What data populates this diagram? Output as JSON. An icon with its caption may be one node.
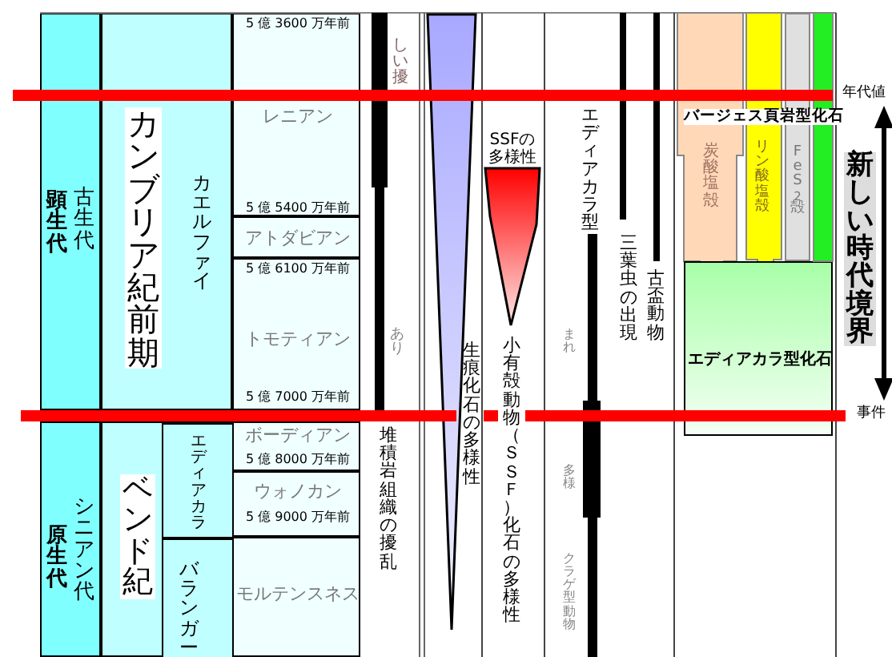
{
  "diagram": {
    "nodes": [
      {
        "text": [
          "顕生代",
          "古生代"
        ]
      },
      {
        "text": [
          "原生代",
          "シニアン代"
        ]
      },
      {
        "text": [
          "カンブリア紀前期",
          "カエルファイ"
        ]
      },
      {
        "text": [
          "ベンド紀"
        ]
      },
      {
        "text": [
          "エディアカラ"
        ],
        "in": 3
      },
      {
        "text": [
          "バランガー"
        ],
        "in": 3
      },
      {
        "text": [
          "5 億 3600 万年前",
          "レニアン",
          "5 億 5400 万年前"
        ]
      },
      {
        "text": [
          "アトダビアン"
        ]
      },
      {
        "text": [
          "5 億 6100 万年前",
          "トモティアン",
          "5 億 7000 万年前"
        ]
      },
      {
        "text": [
          "ボーディアン",
          "5 億 8000 万年前"
        ]
      },
      {
        "text": [
          "ウォノカン",
          "5 億 9000 万年前"
        ]
      },
      {
        "text": [
          "モルテンスネス"
        ]
      },
      {
        "text": [
          "炭酸塩殻"
        ]
      },
      {
        "text": [
          "リン酸塩殻"
        ]
      },
      {
        "text": [
          "FeS$_{2}$殻"
        ]
      },
      {
        "text": [
          "エディアカラ型化石"
        ]
      }
    ],
    "labels": [
      "しい擾",
      "あり",
      "堆積岩組織の擾乱",
      "生痕化石の多様性",
      "SSFの多様性",
      "小有殻動物（ＳＳＦ）化石の多様性",
      "エディアカラ型",
      "まれ",
      "多様",
      "クラゲ型動物",
      "三葉虫の出現",
      "古盃動物",
      "バージェス頁岩型化石",
      "年代値",
      "新しい時代境界",
      "事件"
    ]
  }
}
